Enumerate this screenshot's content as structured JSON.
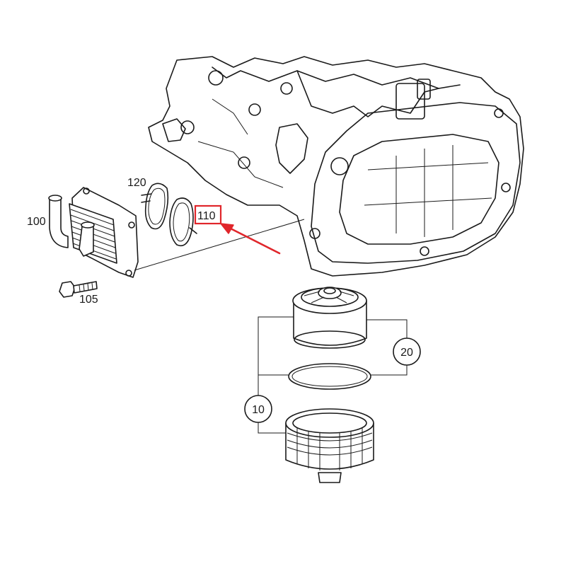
{
  "labels": {
    "oil_cooler": "100",
    "bolt": "105",
    "gasket_highlighted": "110",
    "gasket_small": "120",
    "filter_assembly": "10",
    "filter_element": "20"
  },
  "colors": {
    "line": "#1a1a1a",
    "highlight": "#e0262b",
    "background": "#ffffff"
  }
}
